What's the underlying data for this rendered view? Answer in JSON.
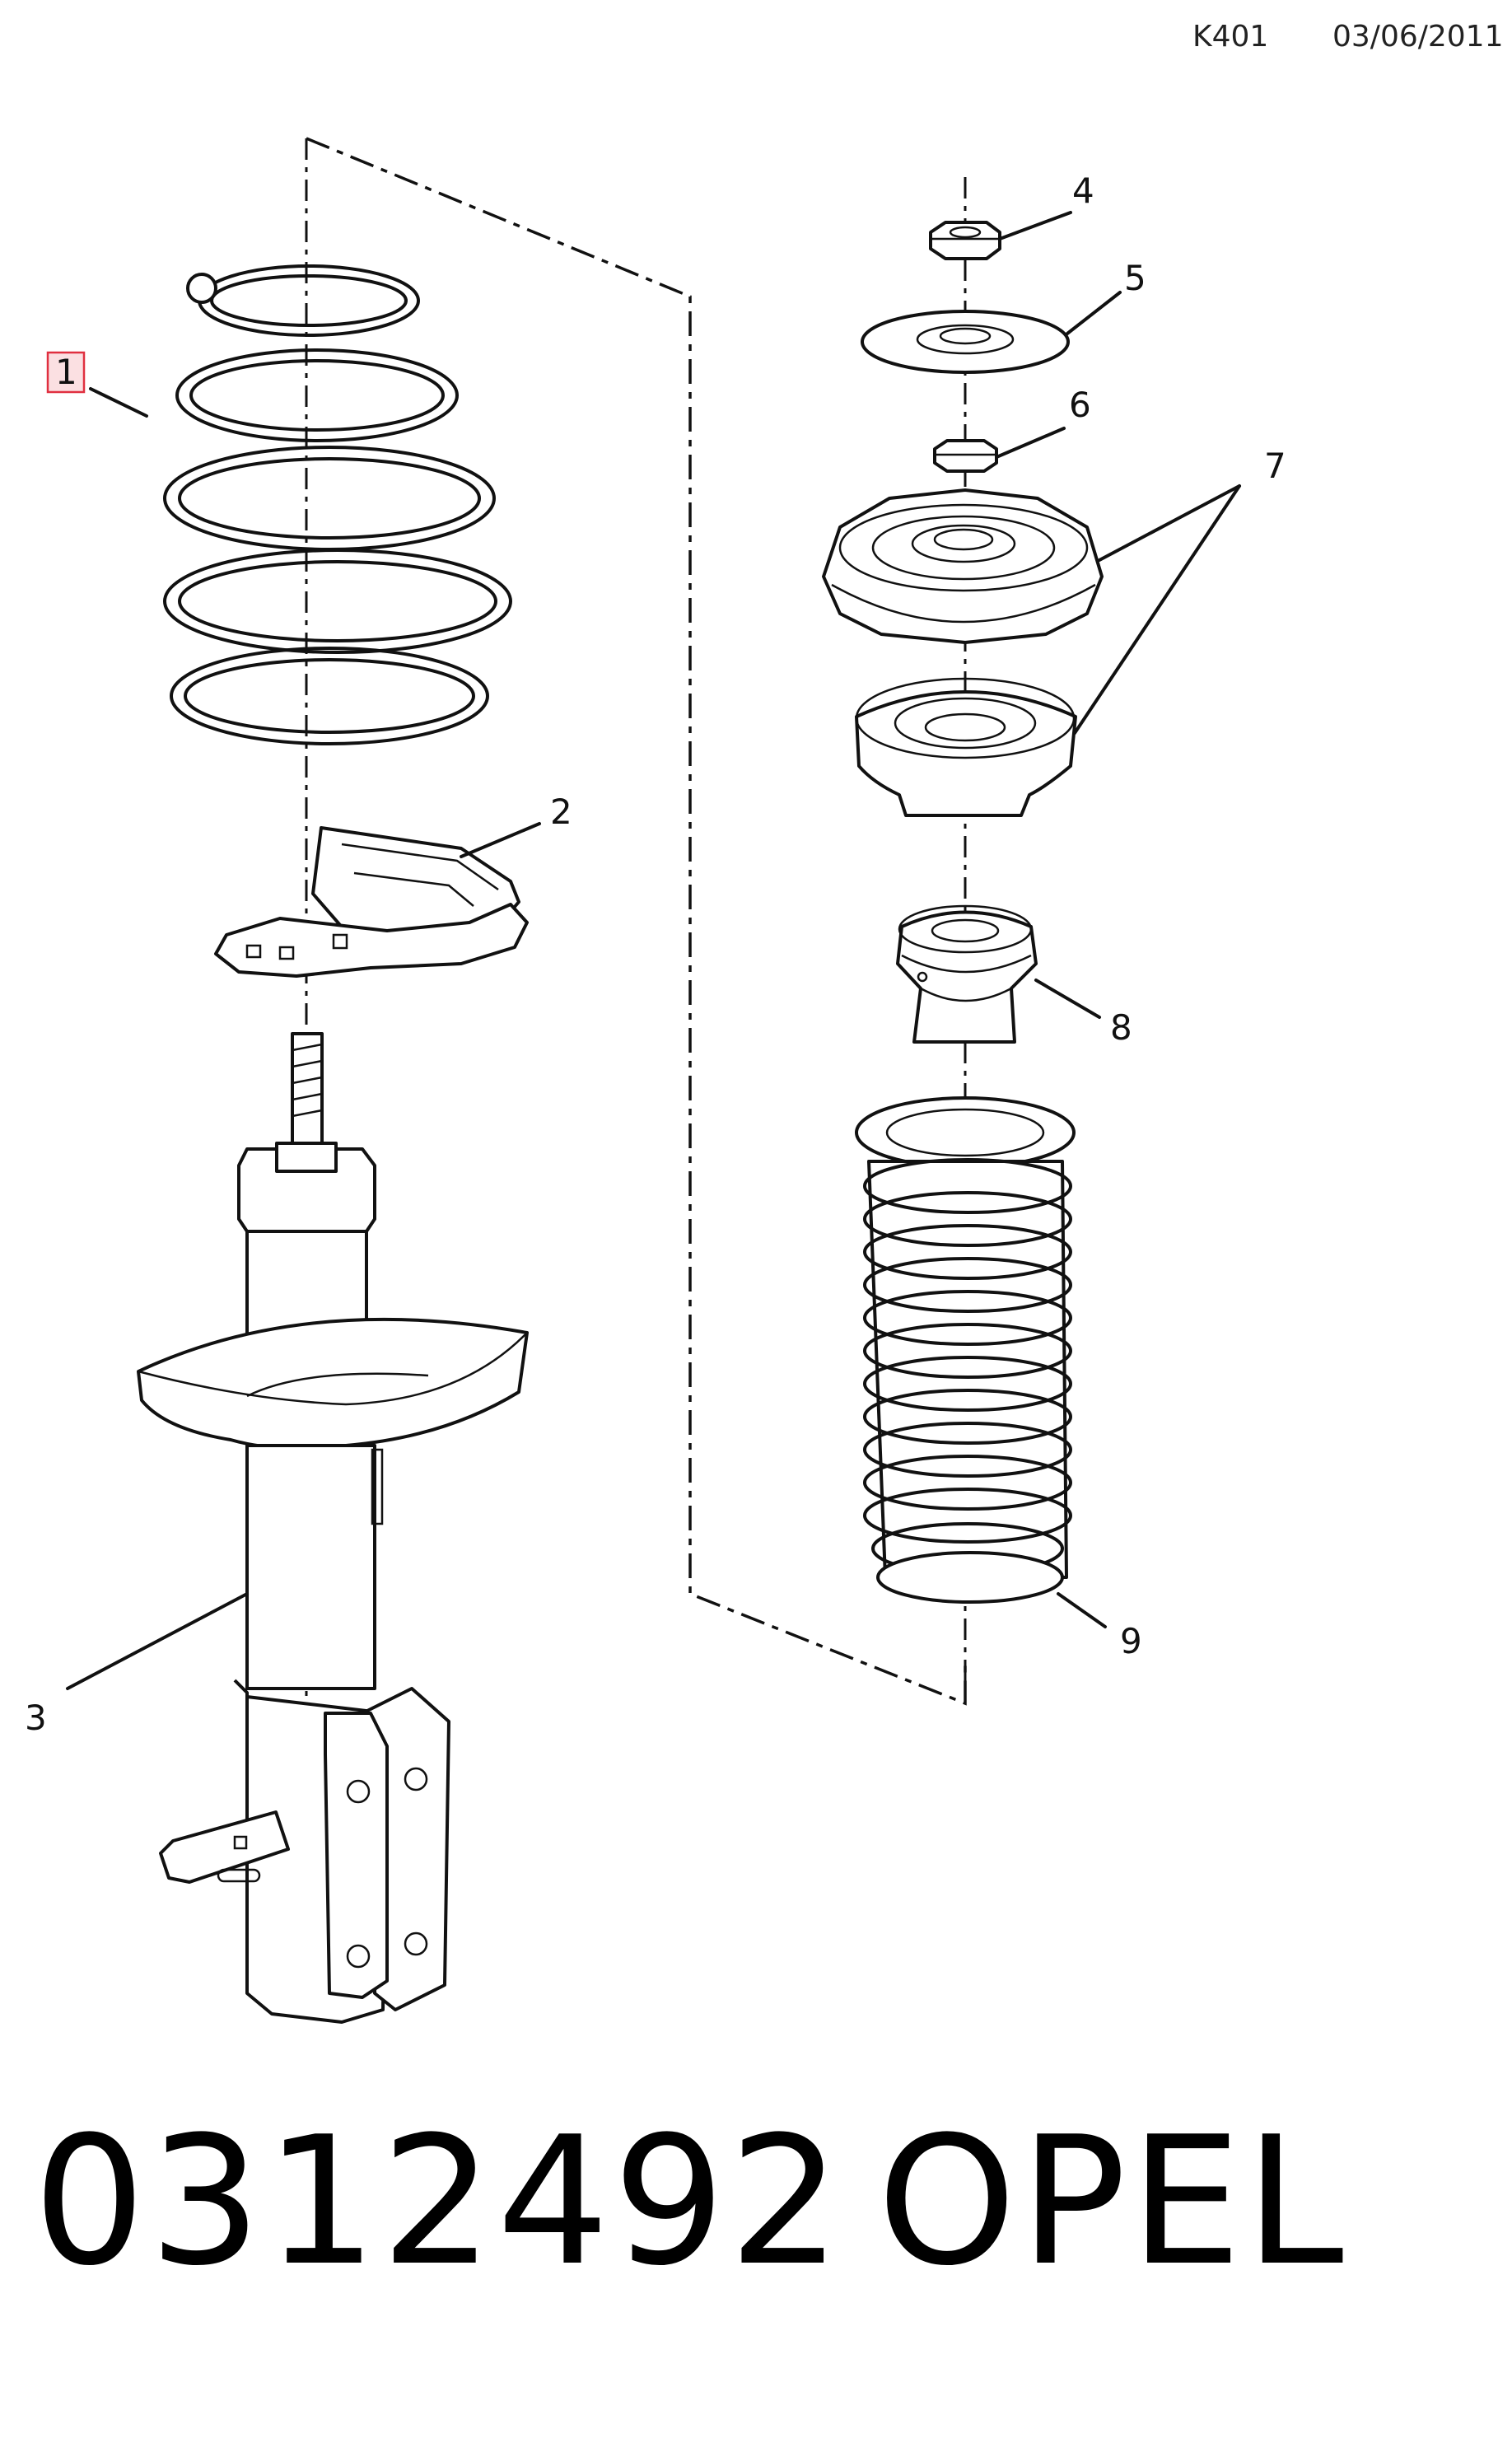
{
  "header": {
    "code": "K401",
    "date": "03/06/2011"
  },
  "callouts": {
    "c1": "1",
    "c2": "2",
    "c3": "3",
    "c4": "4",
    "c5": "5",
    "c6": "6",
    "c7": "7",
    "c8": "8",
    "c9": "9"
  },
  "highlight_color": "#e03040",
  "footer": {
    "part_number": "0312492",
    "brand": "OPEL"
  }
}
